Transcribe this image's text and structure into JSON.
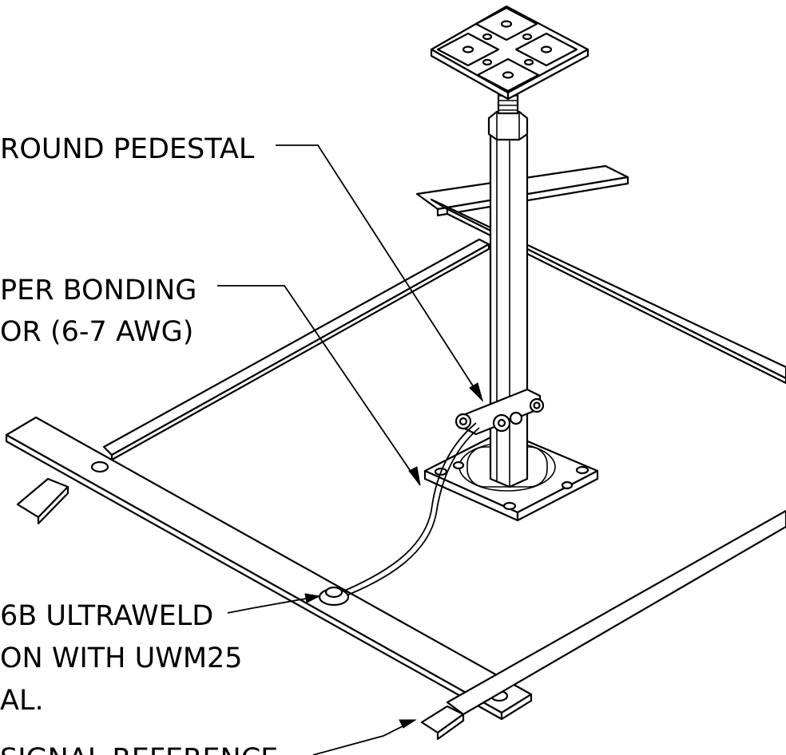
{
  "callouts": [
    {
      "line1": "ROUND PEDESTAL",
      "line2": ""
    },
    {
      "line1": "PER BONDING",
      "line2": "OR (6-7 AWG)"
    },
    {
      "line1": "6B ULTRAWELD",
      "line2": "ON WITH UWM25",
      "line3": "AL."
    },
    {
      "line1": "SIGNAL REFERENCE"
    }
  ]
}
